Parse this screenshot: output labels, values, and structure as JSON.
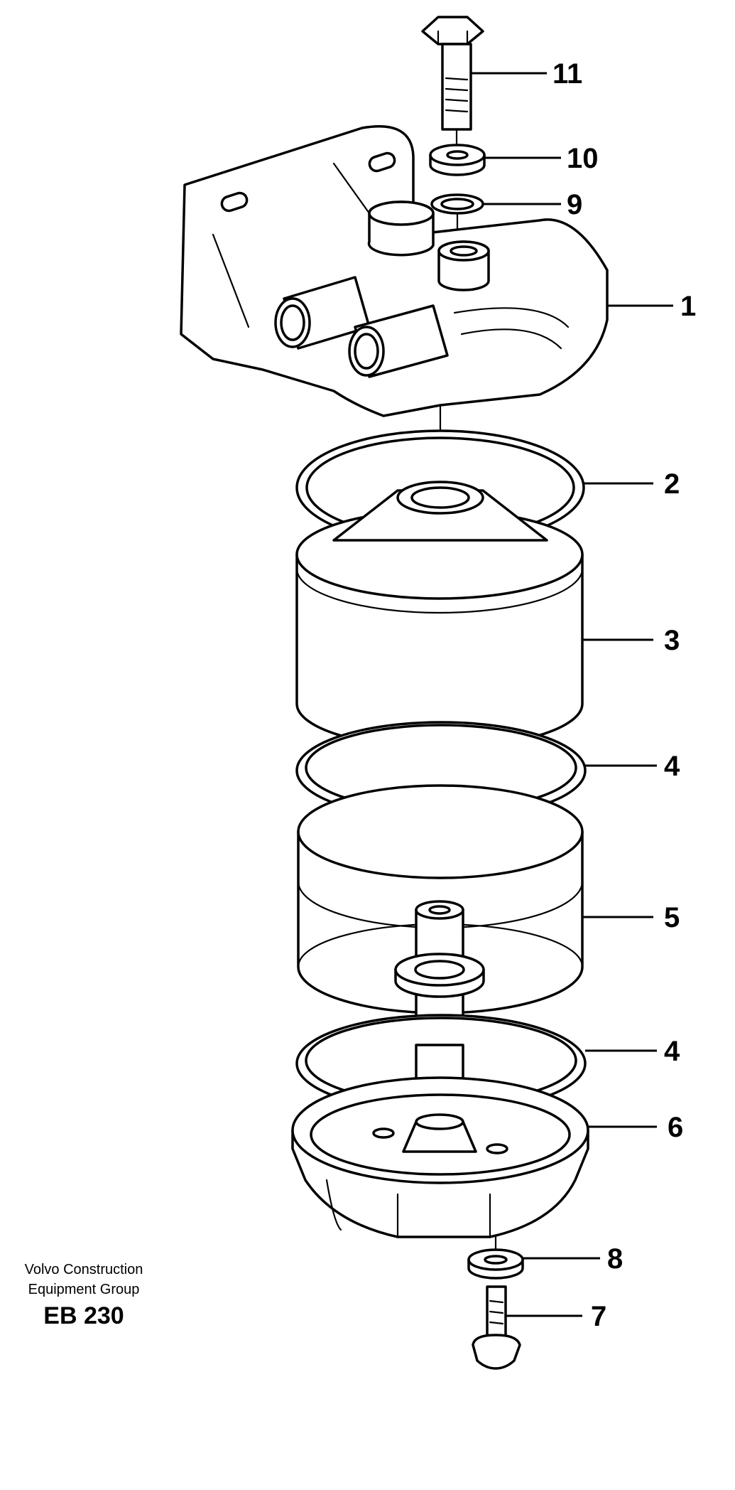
{
  "diagram": {
    "callouts": [
      {
        "id": "c11",
        "label": "11"
      },
      {
        "id": "c10",
        "label": "10"
      },
      {
        "id": "c9",
        "label": "9"
      },
      {
        "id": "c1",
        "label": "1"
      },
      {
        "id": "c2",
        "label": "2"
      },
      {
        "id": "c3",
        "label": "3"
      },
      {
        "id": "c4a",
        "label": "4"
      },
      {
        "id": "c5",
        "label": "5"
      },
      {
        "id": "c4b",
        "label": "4"
      },
      {
        "id": "c6",
        "label": "6"
      },
      {
        "id": "c8",
        "label": "8"
      },
      {
        "id": "c7",
        "label": "7"
      }
    ],
    "caption": {
      "company_line1": "Volvo Construction",
      "company_line2": "Equipment Group",
      "code": "EB 230"
    }
  },
  "colors": {
    "ink": "#000000",
    "paper": "#ffffff"
  }
}
